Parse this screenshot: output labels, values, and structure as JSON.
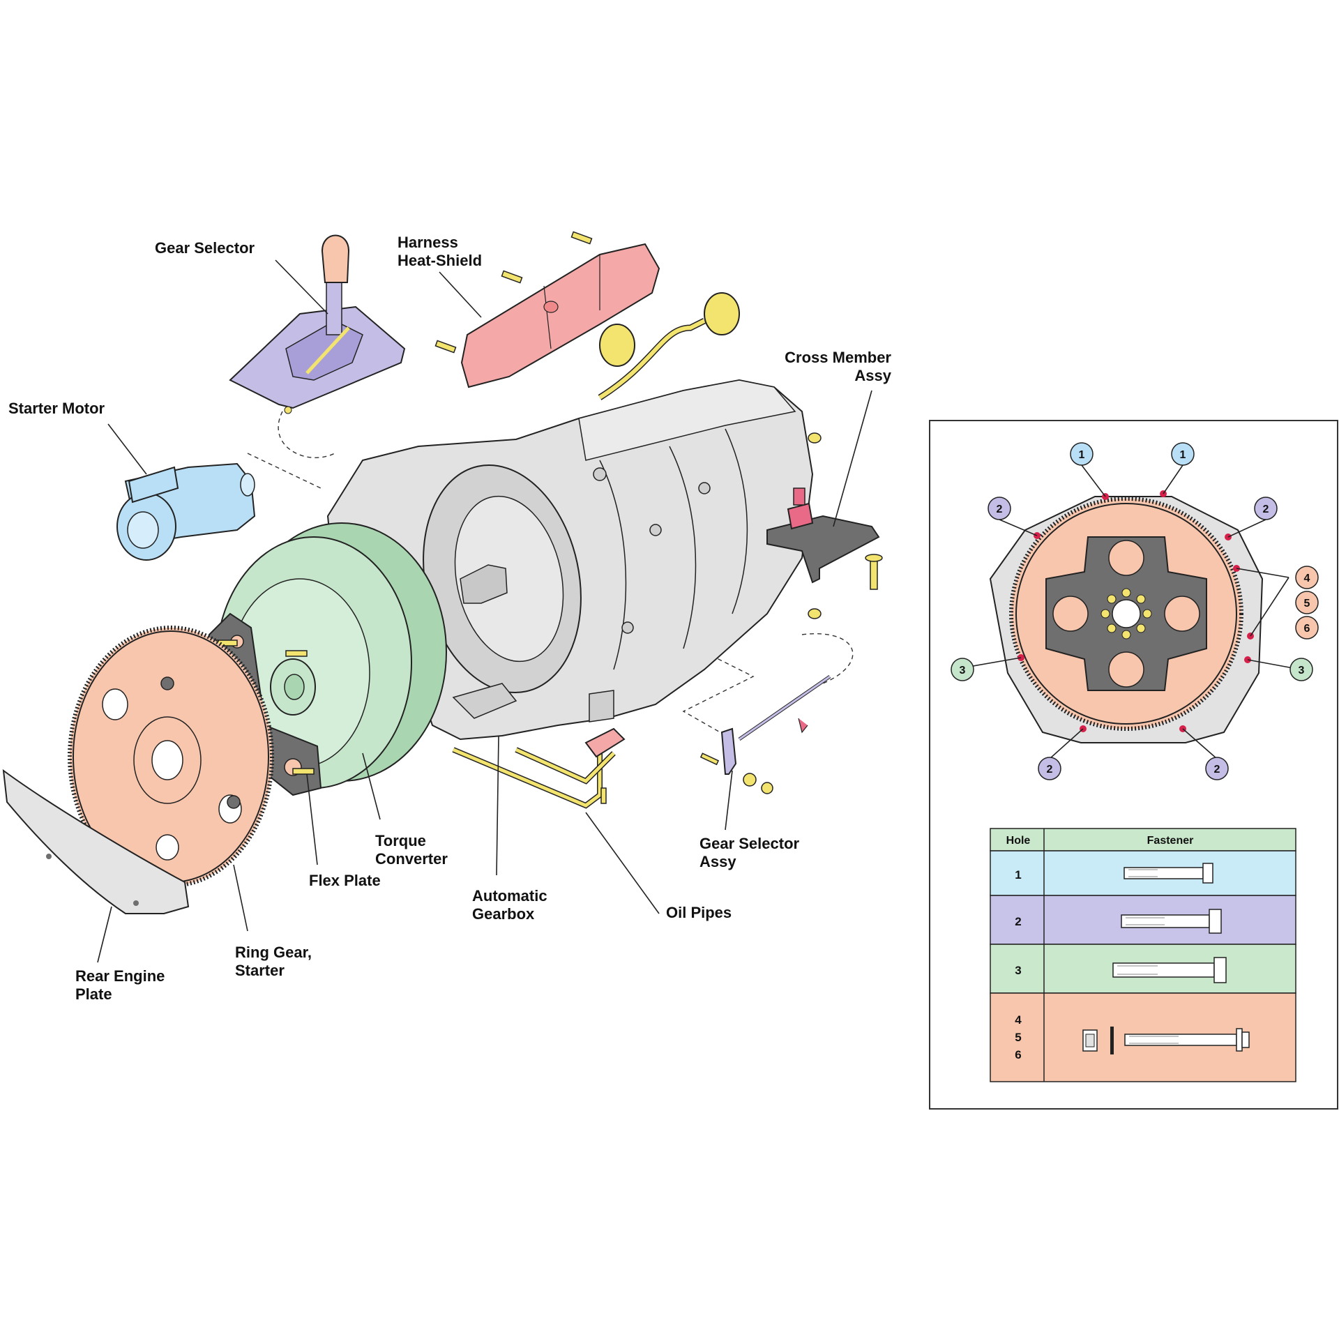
{
  "colors": {
    "transmission": "#e2e2e2",
    "torque_converter": "#c6e6cc",
    "flex_plate": "#f8c6ad",
    "gear_selector": "#c4bde6",
    "heat_shield": "#f5a8a8",
    "starter_motor": "#b8dff5",
    "oil_pipes": "#f2e46e",
    "cross_member": "#6f6f6f",
    "table_row_1": "#c9ebf8",
    "table_row_2": "#c8c3e8",
    "table_row_3": "#c9e8cc",
    "table_row_456": "#f8c6ad",
    "table_header": "#c9e8cc",
    "bolt_hole": "#d6204a"
  },
  "labels": {
    "gear_selector": "Gear Selector",
    "harness_line1": "Harness",
    "harness_line2": "Heat-Shield",
    "starter_motor": "Starter Motor",
    "cross_member_line1": "Cross Member",
    "cross_member_line2": "Assy",
    "torque_line1": "Torque",
    "torque_line2": "Converter",
    "flex_plate": "Flex Plate",
    "gearbox_line1": "Automatic",
    "gearbox_line2": "Gearbox",
    "oil_pipes": "Oil Pipes",
    "gs_assy_line1": "Gear Selector",
    "gs_assy_line2": "Assy",
    "ring_gear_line1": "Ring Gear,",
    "ring_gear_line2": "Starter",
    "rear_plate_line1": "Rear Engine",
    "rear_plate_line2": "Plate"
  },
  "hole_markers": {
    "h1": "1",
    "h2": "2",
    "h3": "3",
    "h4": "4",
    "h5": "5",
    "h6": "6"
  },
  "fastener_table": {
    "header_hole": "Hole",
    "header_fastener": "Fastener",
    "row1_hole": "1",
    "row2_hole": "2",
    "row3_hole": "3",
    "row4_hole": "4",
    "row5_hole": "5",
    "row6_hole": "6"
  }
}
